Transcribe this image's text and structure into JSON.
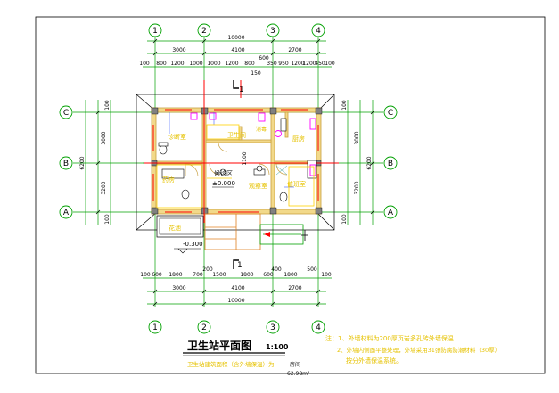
{
  "colors": {
    "axis": "#00a000",
    "dim": "#000000",
    "wall": "#c8a040",
    "wall_fill": "#f2d98a",
    "red": "#ff0000",
    "magenta": "#ff00ff",
    "label_yellow": "#e6c200",
    "blue": "#4060ff",
    "teal": "#40a0a0",
    "frame": "#000000"
  },
  "grid": {
    "col_labels": [
      "1",
      "2",
      "3",
      "4"
    ],
    "row_labels": [
      "C",
      "B",
      "A"
    ]
  },
  "dims": {
    "top_total": "10000",
    "top_main": [
      "3000",
      "4100",
      "2700"
    ],
    "top_detail": [
      "100",
      "800",
      "1200",
      "1000",
      "1000",
      "1200",
      "800",
      "600",
      "350",
      "950",
      "1200",
      "1200",
      "450",
      "100"
    ],
    "top_150": "150",
    "bottom_detail": [
      "100",
      "600",
      "1800",
      "700",
      "200",
      "1500",
      "1800",
      "400",
      "600",
      "1800",
      "500",
      "100"
    ],
    "bottom_main": [
      "3000",
      "4100",
      "2700"
    ],
    "bottom_total": "10000",
    "side_small": "100",
    "side_mid": [
      "3000",
      "3200"
    ],
    "side_total": "6200",
    "inner_1100": "1100"
  },
  "rooms": {
    "top_left": "诊断室",
    "pharmacy": "药房",
    "wc": "卫生间",
    "lobby": "候诊区",
    "level": "±0.000",
    "observation": "观察室",
    "kitchen": "厨房",
    "duty": "值班室",
    "disinfect": "消毒",
    "garden": "花池"
  },
  "section_mark": "1",
  "level_outside": "-0.300",
  "title": {
    "main": "卫生站平面图",
    "scale": "1:100",
    "sub": "卫生站建筑面积（含外墙保温）为",
    "area_label": "房间",
    "area_value": "62.98m²"
  },
  "notes": {
    "n1": "注：1、外墙材料为200厚页岩多孔砖外墙保温",
    "n2": "2、外墙内侧面平整处理，外墙采用31张防腐防潮材料（30厚）",
    "n3": "按分外墙保温系统。"
  }
}
